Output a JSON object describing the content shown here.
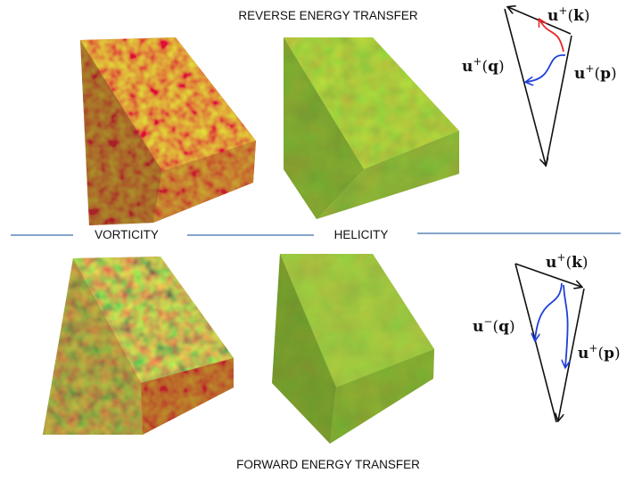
{
  "labels": {
    "top": "REVERSE ENERGY TRANSFER",
    "bottom": "FORWARD ENERGY TRANSFER",
    "left_column": "VORTICITY",
    "right_column": "HELICITY"
  },
  "triads": {
    "top": {
      "k": {
        "base": "u",
        "sup": "+",
        "arg": "k"
      },
      "q": {
        "base": "u",
        "sup": "+",
        "arg": "q"
      },
      "p": {
        "base": "u",
        "sup": "+",
        "arg": "p"
      }
    },
    "bottom": {
      "k": {
        "base": "u",
        "sup": "+",
        "arg": "k"
      },
      "q": {
        "base": "u",
        "sup": "−",
        "arg": "q"
      },
      "p": {
        "base": "u",
        "sup": "+",
        "arg": "p"
      }
    }
  },
  "colors": {
    "divider": "#5b86b8",
    "arrow_red": "#e8262a",
    "arrow_blue": "#1f3fd8",
    "vorticity_base": "#b9471c",
    "vorticity_top": "#c9581e",
    "helicity_base": "#5f8f1b",
    "helicity_top": "#86b32a"
  }
}
